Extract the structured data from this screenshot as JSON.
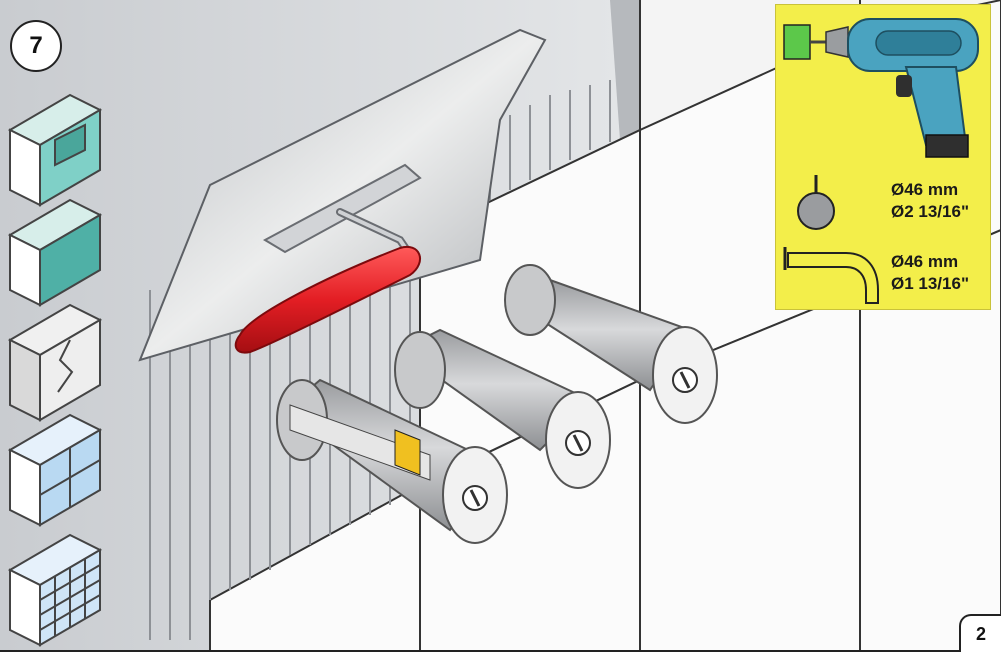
{
  "step_number": "7",
  "page_number": "2",
  "spec_hole_a": {
    "metric": "Ø46 mm",
    "imperial": "Ø2 13/16\""
  },
  "spec_hole_b": {
    "metric": "Ø46 mm",
    "imperial": "Ø1 13/16\""
  },
  "colors": {
    "panel_yellow": "#f3ee4a",
    "handle_red": "#e31e24",
    "drill_blue": "#4aa3c0",
    "bit_green": "#5cc84a",
    "tile_teal": "#4fb0a6"
  },
  "icons": [
    "drill-icon",
    "shower-head-icon",
    "spout-icon",
    "tile-type-icons",
    "trowel",
    "plaster-guard-plugs"
  ]
}
